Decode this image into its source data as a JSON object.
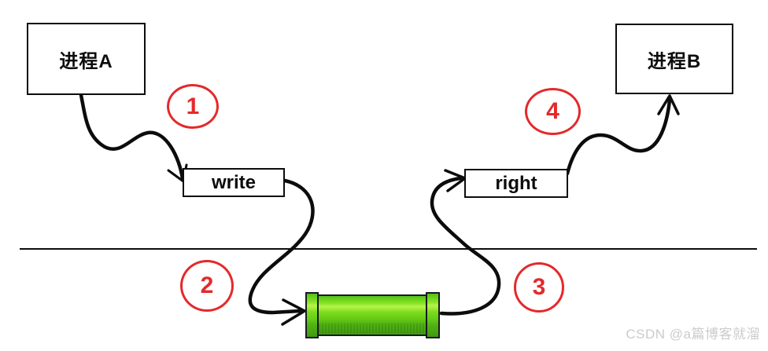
{
  "diagram": {
    "nodes": {
      "process_a": {
        "label": "进程A"
      },
      "process_b": {
        "label": "进程B"
      },
      "write": {
        "label": "write"
      },
      "read": {
        "label": "right"
      }
    },
    "badges": [
      {
        "label": "1"
      },
      {
        "label": "2"
      },
      {
        "label": "3"
      },
      {
        "label": "4"
      }
    ],
    "watermark": {
      "text": "CSDN @a篇博客就溜"
    },
    "colors": {
      "accent_red": "#e4292b",
      "stroke_black": "#0c0c0c",
      "pipe_green": "#68cd16",
      "pipe_highlight": "#b6f44e",
      "pipe_dark": "#3f9a10",
      "watermark_gray": "#cbcbcb",
      "background": "#ffffff"
    }
  }
}
